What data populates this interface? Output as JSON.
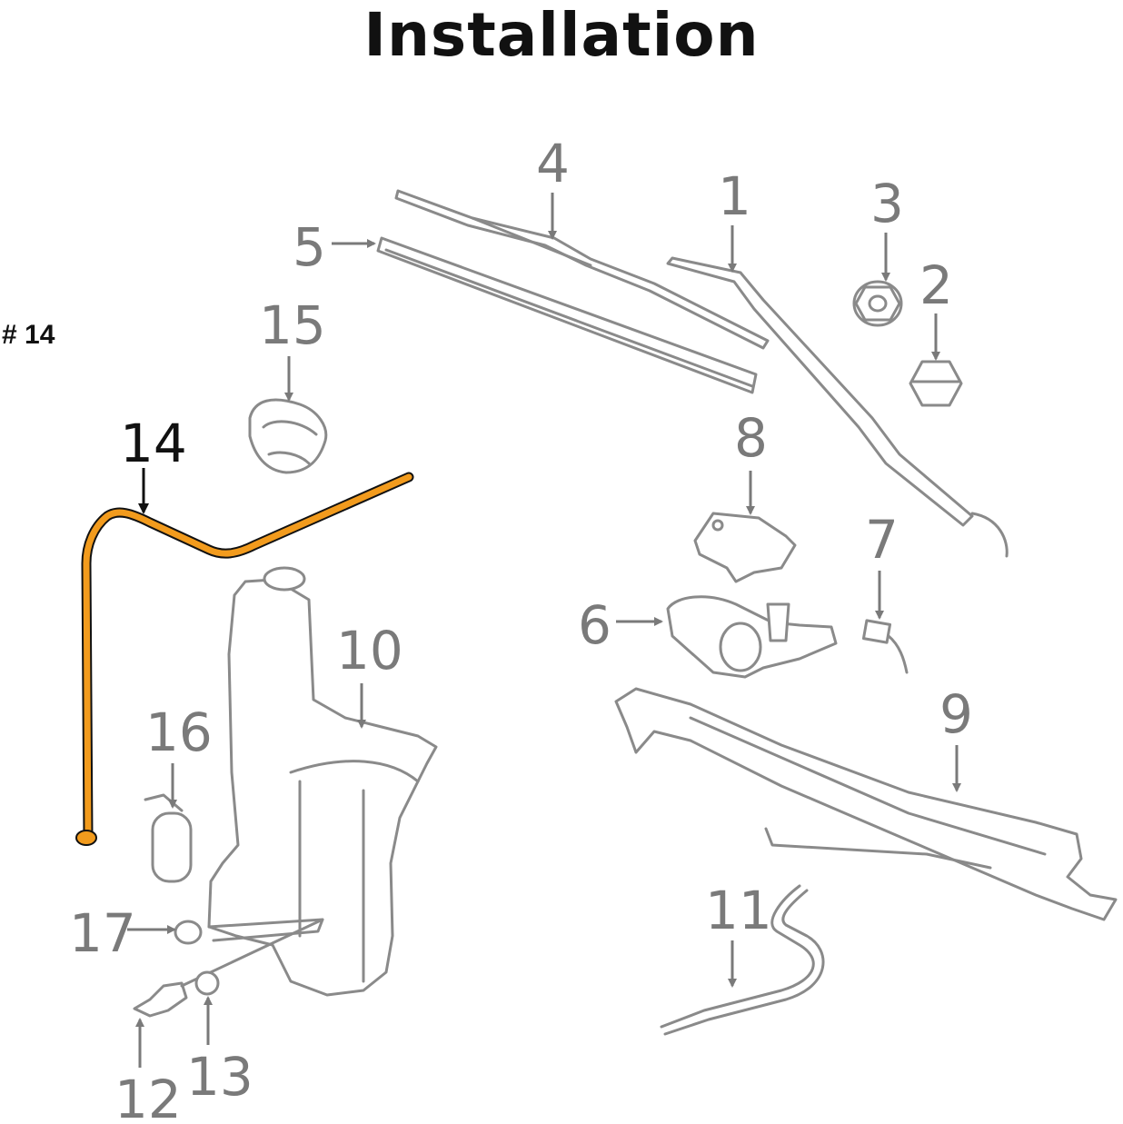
{
  "title": "Installation",
  "reference_label": "# 14",
  "colors": {
    "highlight": "#f29b1d",
    "highlight_outline": "#111111",
    "part_line": "#8a8a8a",
    "callout_text": "#7a7a7a"
  },
  "callouts": {
    "c1": "1",
    "c2": "2",
    "c3": "3",
    "c4": "4",
    "c5": "5",
    "c6": "6",
    "c7": "7",
    "c8": "8",
    "c9": "9",
    "c10": "10",
    "c11": "11",
    "c12": "12",
    "c13": "13",
    "c14": "14",
    "c15": "15",
    "c16": "16",
    "c17": "17"
  },
  "highlighted_part": "14"
}
